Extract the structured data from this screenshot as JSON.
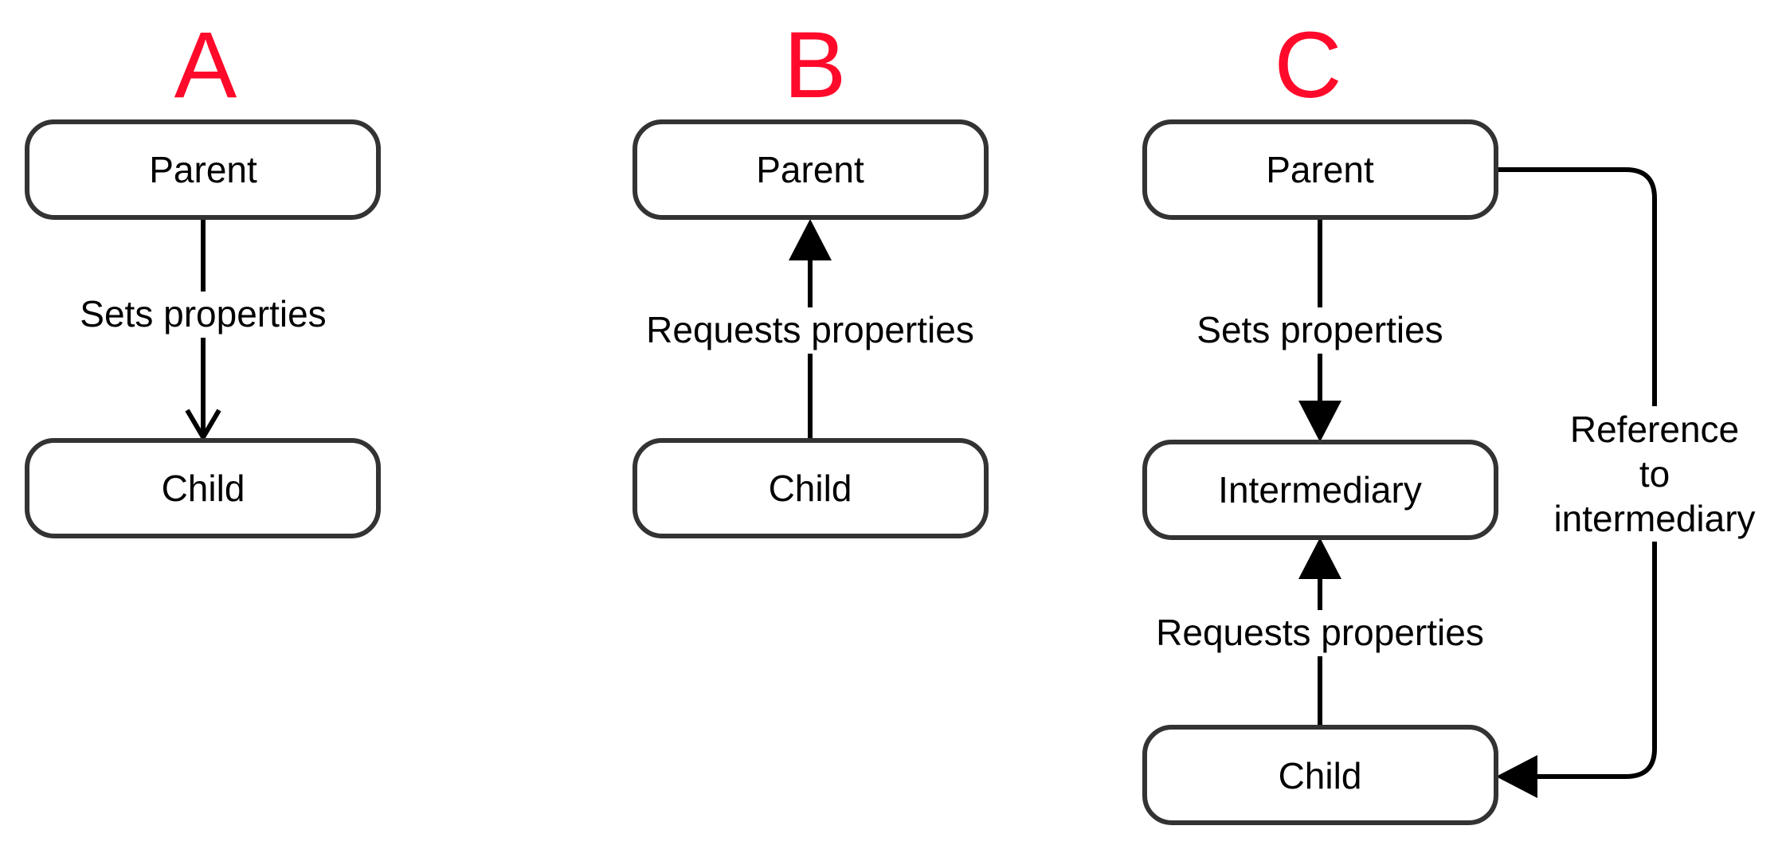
{
  "panels": [
    {
      "letter": "A",
      "nodes": {
        "parent": "Parent",
        "child": "Child"
      },
      "edge_label": "Sets properties"
    },
    {
      "letter": "B",
      "nodes": {
        "parent": "Parent",
        "child": "Child"
      },
      "edge_label": "Requests properties"
    },
    {
      "letter": "C",
      "nodes": {
        "parent": "Parent",
        "intermediary": "Intermediary",
        "child": "Child"
      },
      "edge_labels": {
        "sets": "Sets properties",
        "requests": "Requests properties",
        "reference_lines": [
          "Reference",
          "to",
          "intermediary"
        ]
      }
    }
  ],
  "colors": {
    "letter": "#ff0a2a",
    "node_border": "#333333",
    "line": "#000000"
  }
}
